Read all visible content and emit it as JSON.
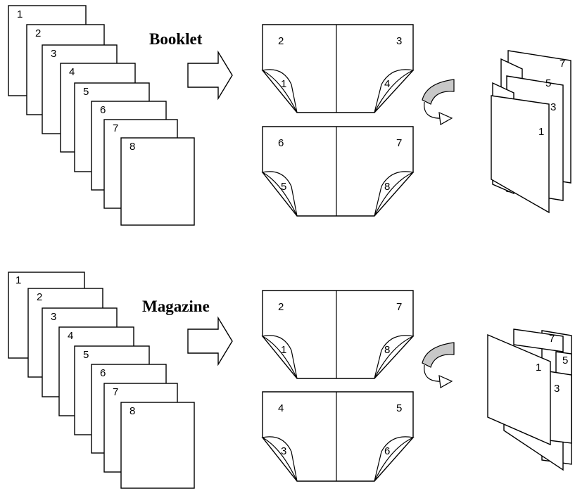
{
  "sections": [
    {
      "title": "Booklet",
      "stack_pages": [
        "1",
        "2",
        "3",
        "4",
        "5",
        "6",
        "7",
        "8"
      ],
      "sheets": [
        {
          "left_top": "2",
          "left_curl": "1",
          "right_top": "3",
          "right_curl": "4"
        },
        {
          "left_top": "6",
          "left_curl": "5",
          "right_top": "7",
          "right_curl": "8"
        }
      ],
      "result_labels": [
        "7",
        "5",
        "3",
        "1"
      ]
    },
    {
      "title": "Magazine",
      "stack_pages": [
        "1",
        "2",
        "3",
        "4",
        "5",
        "6",
        "7",
        "8"
      ],
      "sheets": [
        {
          "left_top": "2",
          "left_curl": "1",
          "right_top": "7",
          "right_curl": "8"
        },
        {
          "left_top": "4",
          "left_curl": "3",
          "right_top": "5",
          "right_curl": "6"
        }
      ],
      "result_labels": [
        "7",
        "5",
        "1",
        "3"
      ]
    }
  ]
}
